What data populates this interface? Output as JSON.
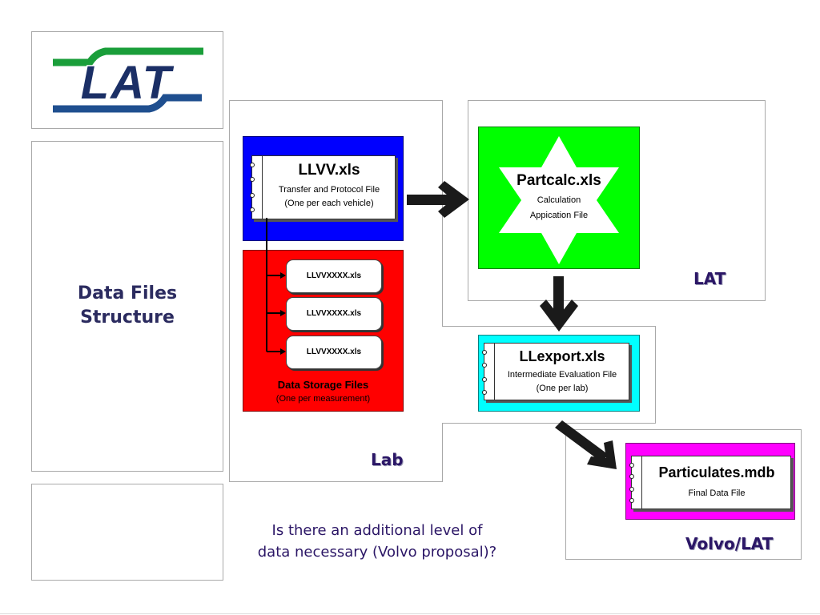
{
  "logo": {
    "text": "LAT",
    "colors": {
      "green": "#1a9e3a",
      "blue": "#1f4f8f",
      "navy": "#1b2f66"
    }
  },
  "slide": {
    "title": "Data Files\nStructure"
  },
  "regions": {
    "lab": "Lab",
    "lat": "LAT",
    "volvo_lat": "Volvo/LAT"
  },
  "files": {
    "llvv": {
      "name": "LLVV.xls",
      "line1": "Transfer and Protocol File",
      "line2": "(One per each vehicle)"
    },
    "storage": {
      "items": [
        "LLVVXXXX.xls",
        "LLVVXXXX.xls",
        "LLVVXXXX.xls"
      ],
      "caption": "Data Storage Files",
      "subcaption": "(One per measurement)"
    },
    "partcalc": {
      "name": "Partcalc.xls",
      "line1": "Calculation",
      "line2": "Appication File"
    },
    "llexport": {
      "name": "LLexport.xls",
      "line1": "Intermediate Evaluation File",
      "line2": "(One per lab)"
    },
    "particulates": {
      "name": "Particulates.mdb",
      "line1": "Final Data File"
    }
  },
  "question": "Is there an additional level of\ndata necessary (Volvo proposal)?",
  "colors": {
    "blue_panel": "#0000ff",
    "red_panel": "#ff0000",
    "green_panel": "#00ff00",
    "cyan_panel": "#00ffff",
    "magenta_panel": "#ff00ff",
    "label_text": "#2b1666"
  }
}
